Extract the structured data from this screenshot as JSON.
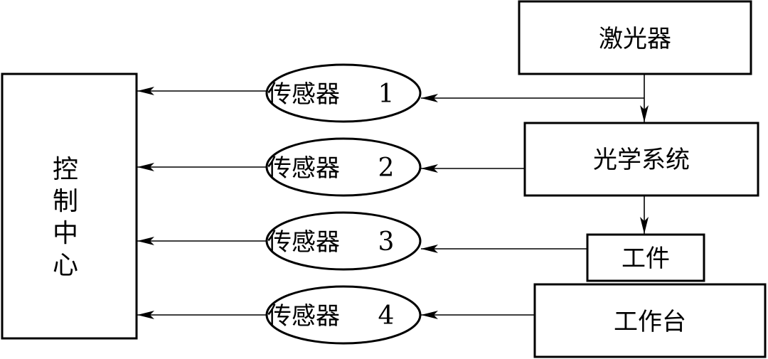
{
  "nodes": {
    "laser": "激光器",
    "optics": "光学系统",
    "workpiece": "工件",
    "table": "工作台",
    "control": [
      "控",
      "制",
      "中",
      "心"
    ]
  },
  "sensors": [
    {
      "name": "传感器",
      "num": "1"
    },
    {
      "name": "传感器",
      "num": "2"
    },
    {
      "name": "传感器",
      "num": "3"
    },
    {
      "name": "传感器",
      "num": "4"
    }
  ],
  "colors": {
    "stroke": "#000000",
    "background": "#ffffff"
  }
}
